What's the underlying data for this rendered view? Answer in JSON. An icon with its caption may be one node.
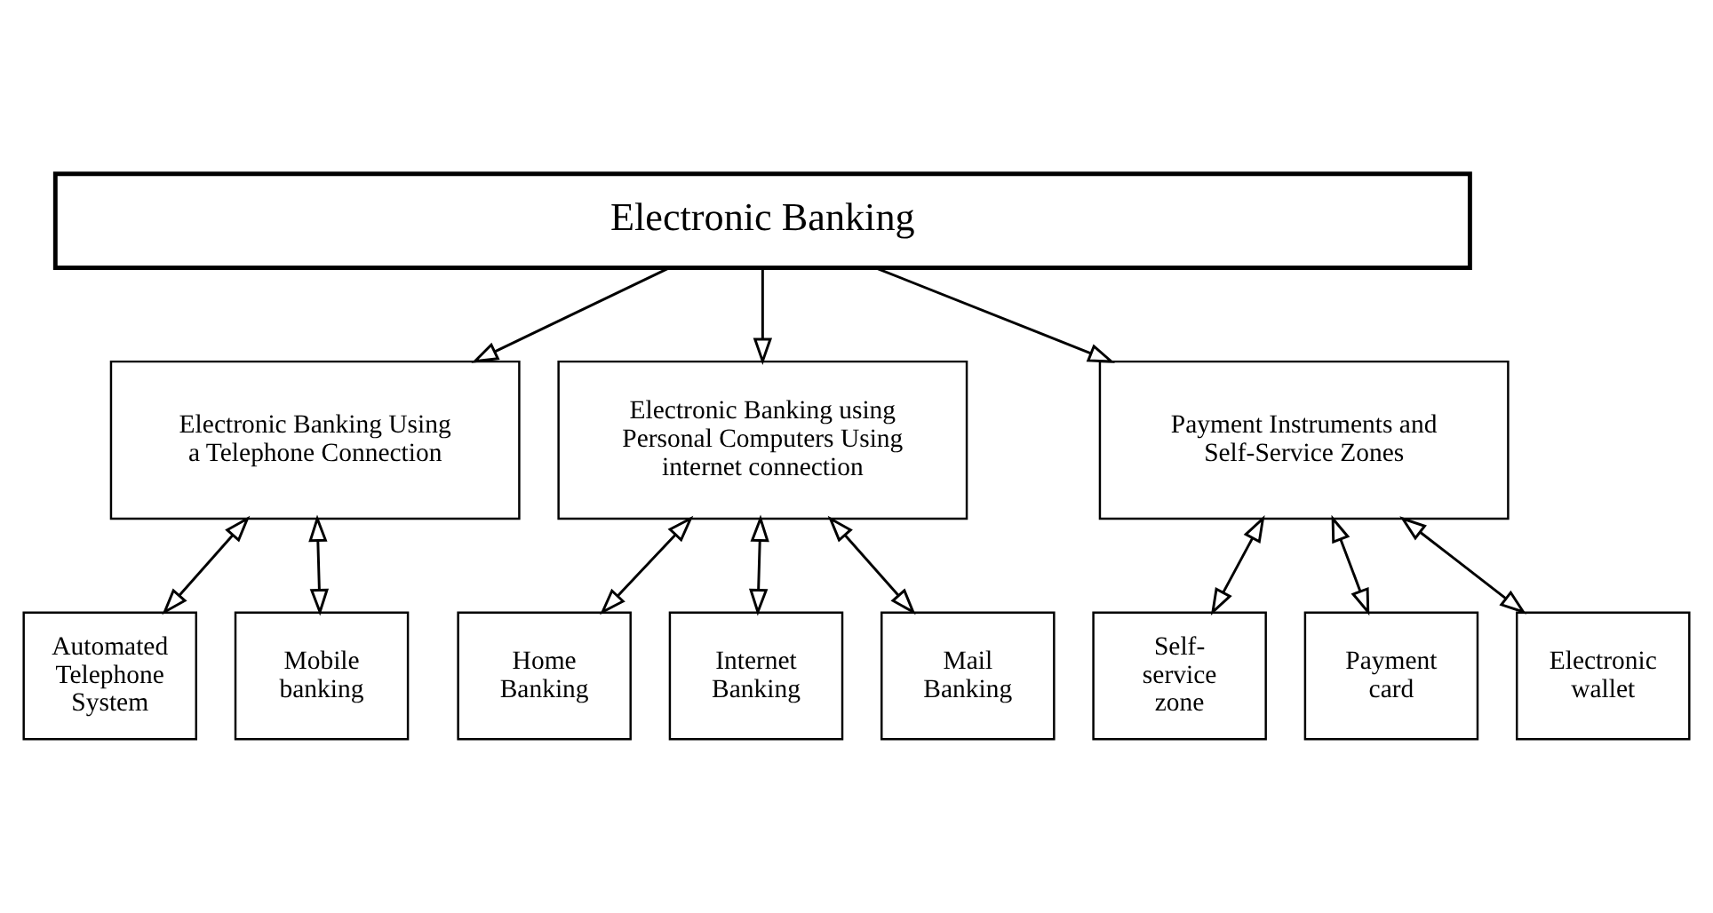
{
  "diagram": {
    "nodes": [
      {
        "text": [
          "Electronic Banking"
        ]
      },
      {
        "text": [
          "Electronic Banking Using a Telephone Connection"
        ]
      },
      {
        "text": [
          "Electronic Banking using Personal Computers Using internet connection"
        ]
      },
      {
        "text": [
          "Payment Instruments and Self-Service Zones"
        ]
      },
      {
        "text": [
          "Automated Telephone System"
        ]
      },
      {
        "text": [
          "Mobile banking"
        ]
      },
      {
        "text": [
          "Home Banking"
        ]
      },
      {
        "text": [
          "Internet Banking"
        ]
      },
      {
        "text": [
          "Mail Banking"
        ]
      },
      {
        "text": [
          "Self-service zone"
        ]
      },
      {
        "text": [
          "Payment card"
        ]
      },
      {
        "text": [
          "Electronic wallet"
        ]
      }
    ],
    "edges": [
      {
        "from": 0,
        "to": 1,
        "arrow": "to"
      },
      {
        "from": 0,
        "to": 2,
        "arrow": "to"
      },
      {
        "from": 0,
        "to": 3,
        "arrow": "to"
      },
      {
        "from": 1,
        "to": 4,
        "arrow": "both"
      },
      {
        "from": 1,
        "to": 5,
        "arrow": "both"
      },
      {
        "from": 2,
        "to": 6,
        "arrow": "both"
      },
      {
        "from": 2,
        "to": 7,
        "arrow": "both"
      },
      {
        "from": 2,
        "to": 8,
        "arrow": "both"
      },
      {
        "from": 3,
        "to": 9,
        "arrow": "both"
      },
      {
        "from": 3,
        "to": 10,
        "arrow": "both"
      },
      {
        "from": 3,
        "to": 11,
        "arrow": "both"
      }
    ]
  }
}
